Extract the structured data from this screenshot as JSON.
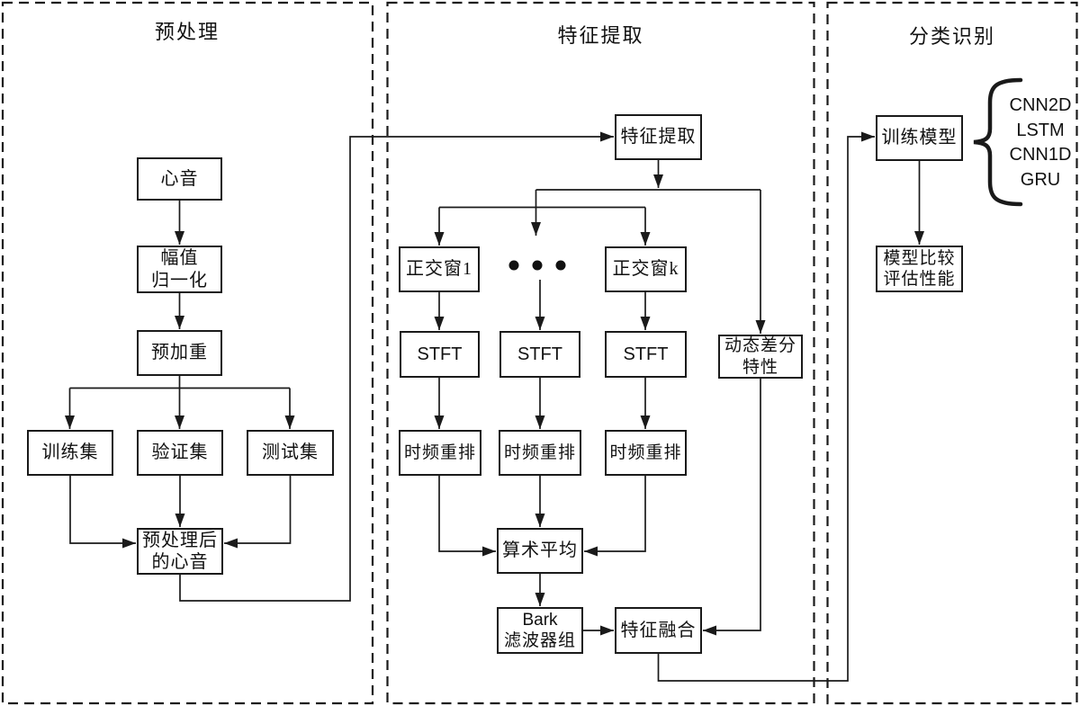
{
  "colors": {
    "line": "#1a1a1a",
    "background": "#ffffff"
  },
  "panels": {
    "preprocess": {
      "title": "预处理"
    },
    "feature": {
      "title": "特征提取"
    },
    "classify": {
      "title": "分类识别"
    }
  },
  "nodes": {
    "heart_sound": {
      "label": "心音"
    },
    "amplitude_norm": {
      "lines": [
        "幅值",
        "归一化"
      ]
    },
    "pre_emphasis": {
      "label": "预加重"
    },
    "training_set": {
      "label": "训练集"
    },
    "validation_set": {
      "label": "验证集"
    },
    "test_set": {
      "label": "测试集"
    },
    "preprocessed_heart_sound": {
      "lines": [
        "预处理后",
        "的心音"
      ]
    },
    "feature_extraction": {
      "label": "特征提取"
    },
    "ortho_window_1": {
      "label": "正交窗1"
    },
    "ortho_window_k": {
      "label": "正交窗k"
    },
    "stft": {
      "label": "STFT"
    },
    "tf_rearrangement": {
      "label": "时频重排"
    },
    "dynamic_difference": {
      "lines": [
        "动态差分",
        "特性"
      ]
    },
    "arithmetic_mean": {
      "label": "算术平均"
    },
    "bark_filterbank": {
      "lines": [
        "Bark",
        "滤波器组"
      ]
    },
    "feature_fusion": {
      "label": "特征融合"
    },
    "train_model": {
      "label": "训练模型"
    },
    "model_evaluation": {
      "lines": [
        "模型比较",
        "评估性能"
      ]
    }
  },
  "model_list": [
    "CNN2D",
    "LSTM",
    "CNN1D",
    "GRU"
  ]
}
